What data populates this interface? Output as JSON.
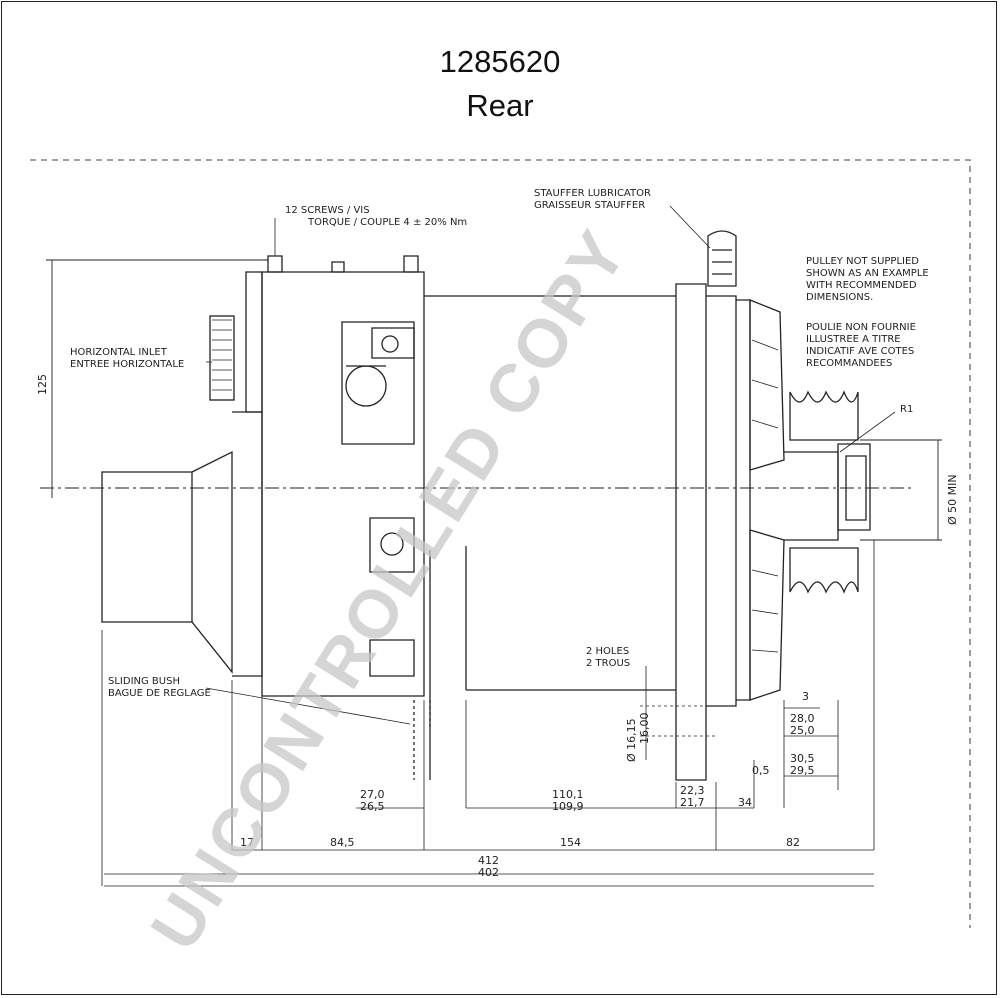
{
  "header": {
    "part_number": "1285620",
    "view": "Rear"
  },
  "notes": {
    "screws_line1": "12 SCREWS / VIS",
    "screws_line2": "TORQUE / COUPLE 4 ± 20% Nm",
    "stauffer_line1": "STAUFFER LUBRICATOR",
    "stauffer_line2": "GRAISSEUR STAUFFER",
    "pulley_en_1": "PULLEY NOT SUPPLIED",
    "pulley_en_2": "SHOWN AS AN EXAMPLE",
    "pulley_en_3": "WITH RECOMMENDED",
    "pulley_en_4": "DIMENSIONS.",
    "pulley_fr_1": "POULIE NON FOURNIE",
    "pulley_fr_2": "ILLUSTREE A TITRE",
    "pulley_fr_3": "INDICATIF AVE COTES",
    "pulley_fr_4": "RECOMMANDEES",
    "inlet_1": "HORIZONTAL INLET",
    "inlet_2": "ENTREE HORIZONTALE",
    "bush_1": "SLIDING BUSH",
    "bush_2": "BAGUE DE REGLAGE",
    "holes_1": "2 HOLES",
    "holes_2": "2 TROUS",
    "radius": "R1"
  },
  "dimensions": {
    "height_125": "125",
    "dia_50_min": "Ø 50 MIN",
    "hole_a": "Ø 16,15",
    "hole_b": "16,00",
    "d_27_0": "27,0",
    "d_26_5": "26,5",
    "d_110_1": "110,1",
    "d_109_9": "109,9",
    "d_22_3": "22,3",
    "d_21_7": "21,7",
    "d_34": "34",
    "d_0_5": "0,5",
    "d_30_5": "30,5",
    "d_29_5": "29,5",
    "d_28_0": "28,0",
    "d_25_0": "25,0",
    "d_3": "3",
    "d_17": "17",
    "d_84_5": "84,5",
    "d_154": "154",
    "d_82": "82",
    "d_412": "412",
    "d_402": "402"
  },
  "watermark": "UNCONTROLLED COPY"
}
